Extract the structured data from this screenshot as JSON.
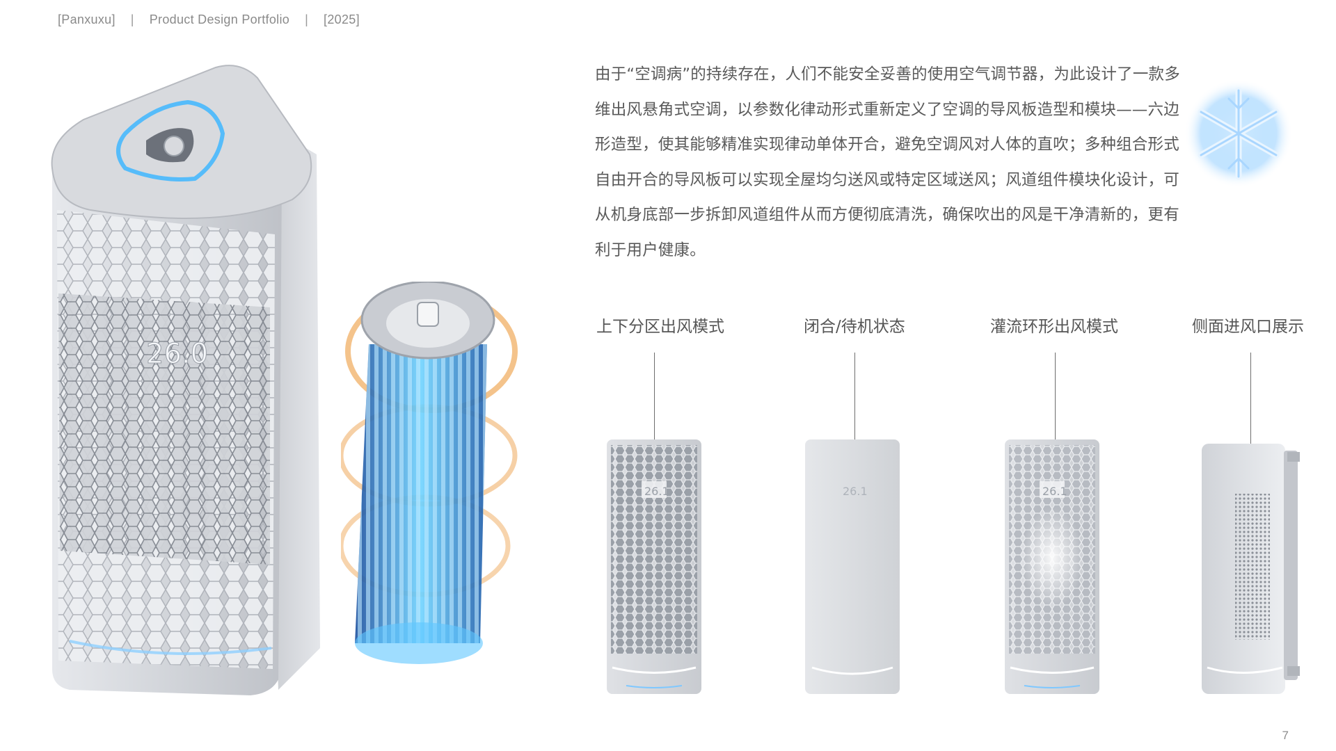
{
  "header": {
    "author": "[Panxuxu]",
    "separator": "|",
    "title": "Product Design Portfolio",
    "year": "[2025]"
  },
  "hero": {
    "display_reading": "26.0"
  },
  "description": "由于“空调病”的持续存在，人们不能安全妥善的使用空气调节器，为此设计了一款多维出风悬角式空调，以参数化律动形式重新定义了空调的导风板造型和模块——六边形造型，使其能够精准实现律动单体开合，避免空调风对人体的直吹；多种组合形式自由开合的导风板可以实现全屋均匀送风或特定区域送风；风道组件模块化设计，可从机身底部一步拆卸风道组件从而方便彻底清洗，确保吹出的风是干净清新的，更有利于用户健康。",
  "modes": [
    {
      "label": "上下分区出风模式",
      "display": "26.1"
    },
    {
      "label": "闭合/待机状态",
      "display": "26.1"
    },
    {
      "label": "灌流环形出风模式",
      "display": "26.1"
    },
    {
      "label": "侧面进风口展示"
    }
  ],
  "page_number": "7",
  "colors": {
    "body_gray": "#d9dbe0",
    "glow_blue": "#3fb6ff",
    "text": "#595959"
  }
}
